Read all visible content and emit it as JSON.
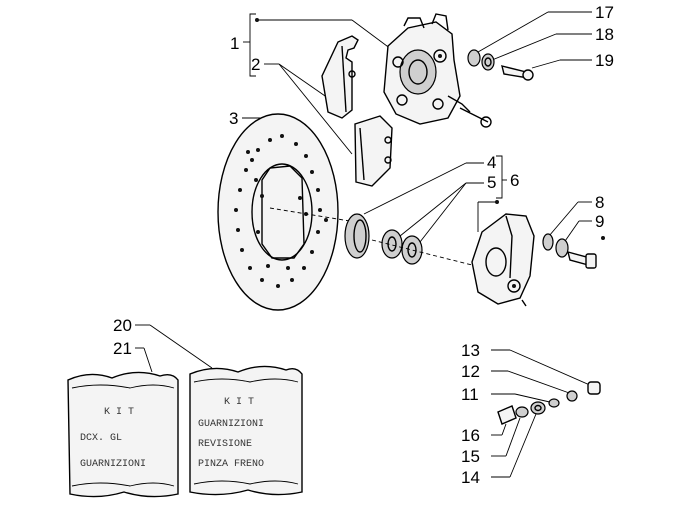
{
  "callouts": {
    "c1": "1",
    "c2": "2",
    "c3": "3",
    "c4": "4",
    "c5": "5",
    "c6": "6",
    "c8": "8",
    "c9": "9",
    "c11": "11",
    "c12": "12",
    "c13": "13",
    "c14": "14",
    "c15": "15",
    "c16": "16",
    "c17": "17",
    "c18": "18",
    "c19": "19",
    "c20": "20",
    "c21": "21"
  },
  "bags": {
    "left": {
      "line1": "K I T",
      "line2": "DCX.  GL",
      "line3": "GUARNIZIONI"
    },
    "right": {
      "line1": "K I T",
      "line2": "GUARNIZIONI",
      "line3": "REVISIONE",
      "line4": "PINZA FRENO"
    }
  }
}
